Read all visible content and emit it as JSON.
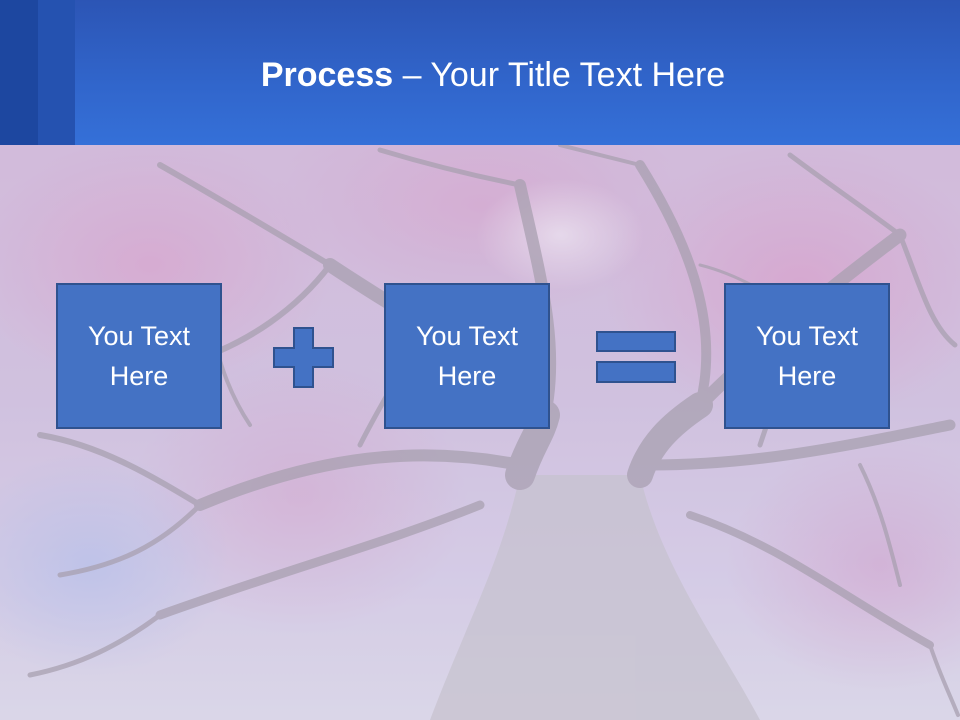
{
  "slide": {
    "title_bold": "Process",
    "title_rest": " – Your Title Text Here",
    "boxes": [
      {
        "text": "You Text Here"
      },
      {
        "text": "You Text Here"
      },
      {
        "text": "You Text Here"
      }
    ],
    "operators": [
      "plus-icon",
      "equals-icon"
    ],
    "colors": {
      "header": "#3166cc",
      "box_fill": "#4472c4",
      "box_border": "#2f528f",
      "text": "#ffffff"
    }
  }
}
